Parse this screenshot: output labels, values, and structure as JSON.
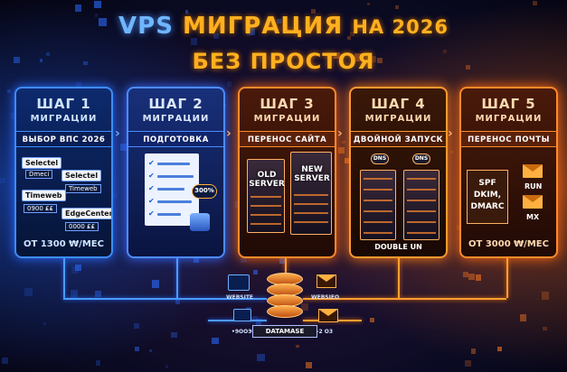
{
  "title": {
    "vps": "VPS",
    "main": "МИГРАЦИЯ",
    "suffix": "НА 2026",
    "line2": "БЕЗ ПРОСТОЯ"
  },
  "steps": [
    {
      "step": "ШАГ 1",
      "subtitle": "МИГРАЦИИ",
      "label": "ВЫБОР ВПС 2026",
      "price": "ОТ 1300 ₩/МЕС"
    },
    {
      "step": "ШАГ 2",
      "subtitle": "МИГРАЦИИ",
      "label": "ПОДГОТОВКА",
      "price": ""
    },
    {
      "step": "ШАГ 3",
      "subtitle": "МИГРАЦИИ",
      "label": "ПЕРЕНОС САЙТА",
      "price": ""
    },
    {
      "step": "ШАГ 4",
      "subtitle": "МИГРАЦИИ",
      "label": "ДВОЙНОЙ ЗАПУСК",
      "price": ""
    },
    {
      "step": "ШАГ 5",
      "subtitle": "МИГРАЦИИ",
      "label": "ПЕРЕНОС ПОЧТЫ",
      "price": "ОТ 3000 ₩/МЕС"
    }
  ],
  "step1": {
    "tag1": "Selectel",
    "tag1b": "Dmeci",
    "tag2": "Selectel",
    "tag2b": "Timeweb",
    "tag3": "Timeweb",
    "tag3b": "0900 ₤₤",
    "tag4": "EdgeCenter",
    "tag4b": "0000 ₤₤"
  },
  "step2": {
    "badge": "300%"
  },
  "step3": {
    "old": "OLD SERVER",
    "new": "NEW SERVER"
  },
  "step4": {
    "dns1": "DNS",
    "dns2": "DNS",
    "footer": "DOUBLE UN"
  },
  "step5": {
    "spf": "SPF",
    "dkim": "DKIM,",
    "dmarc": "DMARC",
    "run": "RUN",
    "mx": "MX"
  },
  "network": {
    "database": "DATAMASE",
    "website_left": "WEBSITE",
    "website_right": "WEBSIEO",
    "bottom_left": "•9OOЭ",
    "bottom_right": "-2 O3"
  },
  "colors": {
    "blue": "#3d8cff",
    "orange": "#ff8a2a",
    "title": "#ffb020"
  }
}
